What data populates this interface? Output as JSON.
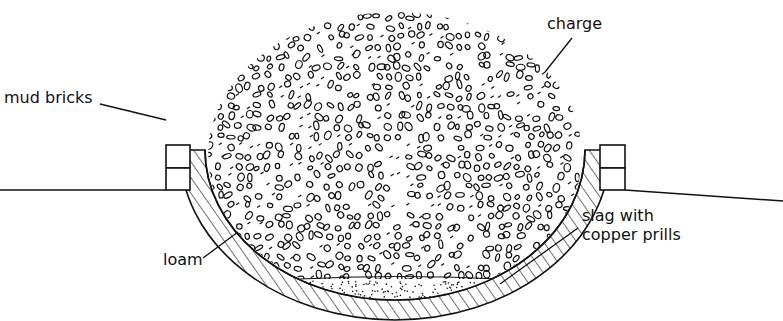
{
  "diagram": {
    "labels": [
      "charge",
      "mud bricks",
      "loam",
      "slag with copper prills"
    ]
  }
}
